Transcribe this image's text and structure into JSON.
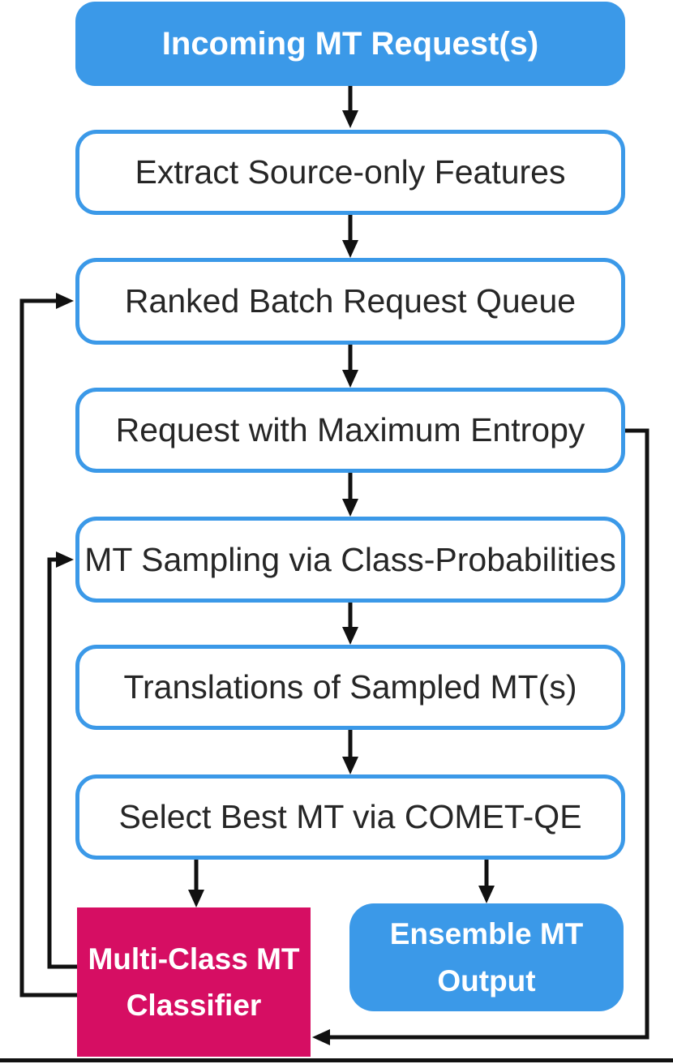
{
  "diagram": {
    "type": "flowchart",
    "colors": {
      "blue": "#3b99e8",
      "pink": "#d60e63",
      "line": "#111111",
      "text_dark": "#262626",
      "text_light": "#ffffff",
      "background": "#ffffff"
    },
    "nodes": [
      {
        "id": "incoming-mt-requests",
        "label": "Incoming MT Request(s)",
        "style": "filled-blue"
      },
      {
        "id": "extract-source-only-features",
        "label": "Extract Source-only Features",
        "style": "outline"
      },
      {
        "id": "ranked-batch-request-queue",
        "label": "Ranked Batch Request Queue",
        "style": "outline"
      },
      {
        "id": "request-with-maximum-entropy",
        "label": "Request with Maximum Entropy",
        "style": "outline"
      },
      {
        "id": "mt-sampling-via-class-probabilities",
        "label": "MT Sampling via Class-Probabilities",
        "style": "outline"
      },
      {
        "id": "translations-of-sampled-mts",
        "label": "Translations of Sampled MT(s)",
        "style": "outline"
      },
      {
        "id": "select-best-mt-via-comet-qe",
        "label": "Select Best MT via COMET-QE",
        "style": "outline"
      },
      {
        "id": "multi-class-mt-classifier",
        "label": "Multi-Class MT Classifier",
        "style": "filled-pink"
      },
      {
        "id": "ensemble-mt-output",
        "label": "Ensemble MT Output",
        "style": "filled-blue"
      }
    ],
    "edges": [
      {
        "from": "incoming-mt-requests",
        "to": "extract-source-only-features",
        "route": "straight-down"
      },
      {
        "from": "extract-source-only-features",
        "to": "ranked-batch-request-queue",
        "route": "straight-down"
      },
      {
        "from": "ranked-batch-request-queue",
        "to": "request-with-maximum-entropy",
        "route": "straight-down"
      },
      {
        "from": "request-with-maximum-entropy",
        "to": "mt-sampling-via-class-probabilities",
        "route": "straight-down"
      },
      {
        "from": "mt-sampling-via-class-probabilities",
        "to": "translations-of-sampled-mts",
        "route": "straight-down"
      },
      {
        "from": "translations-of-sampled-mts",
        "to": "select-best-mt-via-comet-qe",
        "route": "straight-down"
      },
      {
        "from": "select-best-mt-via-comet-qe",
        "to": "multi-class-mt-classifier",
        "route": "straight-down"
      },
      {
        "from": "select-best-mt-via-comet-qe",
        "to": "ensemble-mt-output",
        "route": "straight-down"
      },
      {
        "from": "request-with-maximum-entropy",
        "to": "multi-class-mt-classifier",
        "route": "right-side-loop"
      },
      {
        "from": "multi-class-mt-classifier",
        "to": "ranked-batch-request-queue",
        "route": "left-outer-loop"
      },
      {
        "from": "multi-class-mt-classifier",
        "to": "mt-sampling-via-class-probabilities",
        "route": "left-inner-loop"
      }
    ]
  }
}
